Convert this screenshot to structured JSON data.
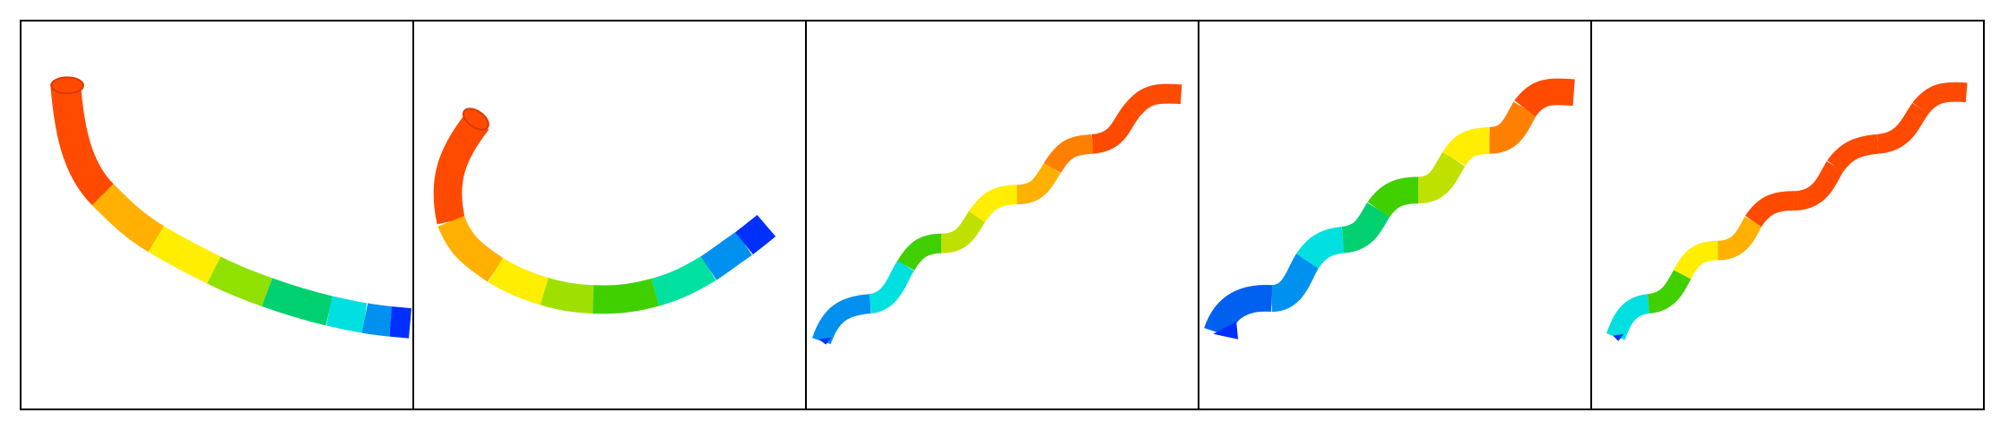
{
  "figure": {
    "panel_count": 5,
    "colormap": [
      "#0030ff",
      "#0090f0",
      "#00e0e0",
      "#00d070",
      "#40d000",
      "#c0e000",
      "#ffee00",
      "#ffb000",
      "#ff8000",
      "#ff4a00"
    ],
    "panels": [
      {
        "shape": "arc",
        "description_id": "panel-1",
        "gradient_start": "blue",
        "gradient_end": "red"
      },
      {
        "shape": "hook",
        "description_id": "panel-2",
        "gradient_start": "blue",
        "gradient_end": "red"
      },
      {
        "shape": "wave",
        "description_id": "panel-3",
        "gradient_start": "blue",
        "gradient_end": "red"
      },
      {
        "shape": "wave",
        "description_id": "panel-4",
        "gradient_start": "blue",
        "gradient_end": "red"
      },
      {
        "shape": "wave",
        "description_id": "panel-5",
        "gradient_start": "blue",
        "gradient_end": "red"
      }
    ]
  }
}
